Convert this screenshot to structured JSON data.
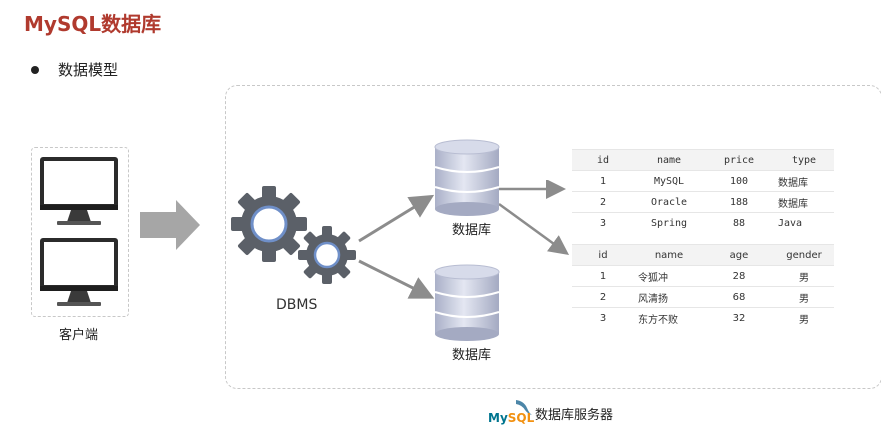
{
  "page": {
    "title": "MySQL数据库",
    "bullet": "数据模型"
  },
  "client": {
    "label": "客户端"
  },
  "dbms": {
    "label": "DBMS"
  },
  "databases": [
    {
      "label": "数据库"
    },
    {
      "label": "数据库"
    }
  ],
  "server": {
    "label": "数据库服务器",
    "logo_text": "MySQL"
  },
  "tables": [
    {
      "columns": [
        "id",
        "name",
        "price",
        "type"
      ],
      "rows": [
        [
          "1",
          "MySQL",
          "100",
          "数据库"
        ],
        [
          "2",
          "Oracle",
          "188",
          "数据库"
        ],
        [
          "3",
          "Spring",
          "88",
          "Java"
        ]
      ]
    },
    {
      "columns": [
        "id",
        "name",
        "age",
        "gender"
      ],
      "rows": [
        [
          "1",
          "令狐冲",
          "28",
          "男"
        ],
        [
          "2",
          "风清扬",
          "68",
          "男"
        ],
        [
          "3",
          "东方不败",
          "32",
          "男"
        ]
      ]
    }
  ],
  "colors": {
    "title": "#b03a2e",
    "gear": "#5b6068",
    "gear_ring": "#6f8fc8",
    "arrow": "#a6a6a6",
    "cylinder": "#c9cde0"
  }
}
